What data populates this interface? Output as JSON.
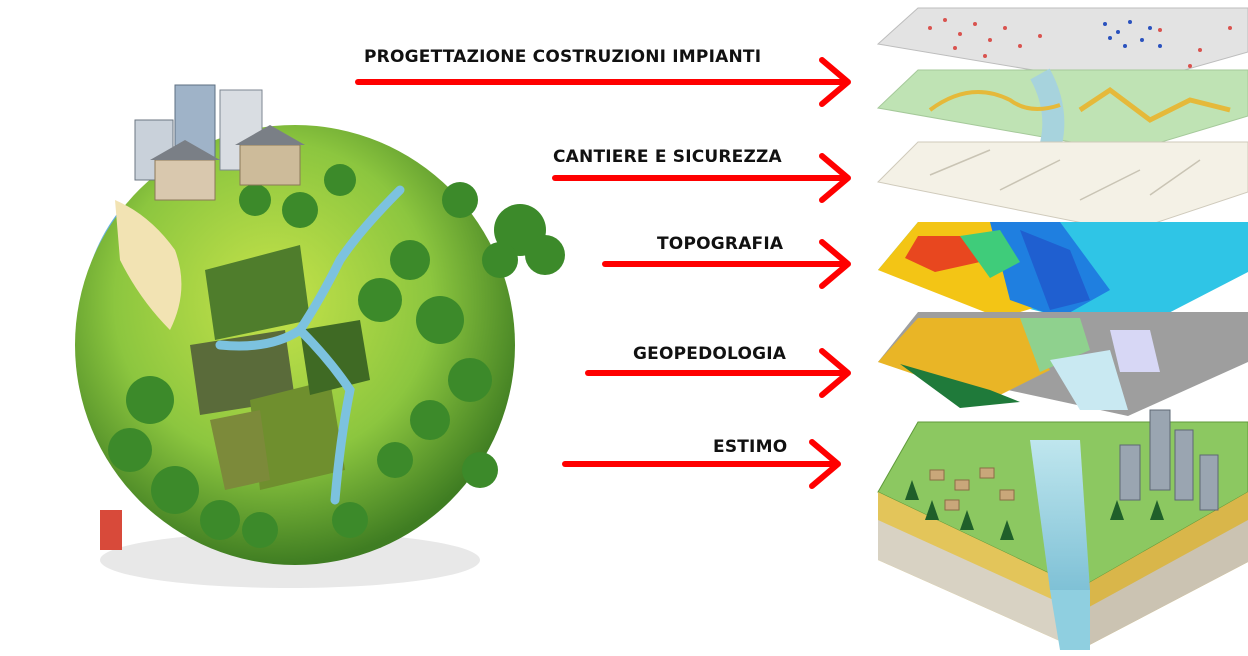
{
  "labels": [
    {
      "text": "PROGETTAZIONE COSTRUZIONI IMPIANTI"
    },
    {
      "text": "CANTIERE E SICUREZZA"
    },
    {
      "text": "TOPOGRAFIA"
    },
    {
      "text": "GEOPEDOLOGIA"
    },
    {
      "text": "ESTIMO"
    }
  ],
  "colors": {
    "arrow": "#ff0000",
    "label_text": "#111111",
    "grass": "#8cc63f",
    "ocean": "#4aa3df",
    "river": "#a9d6e5"
  }
}
